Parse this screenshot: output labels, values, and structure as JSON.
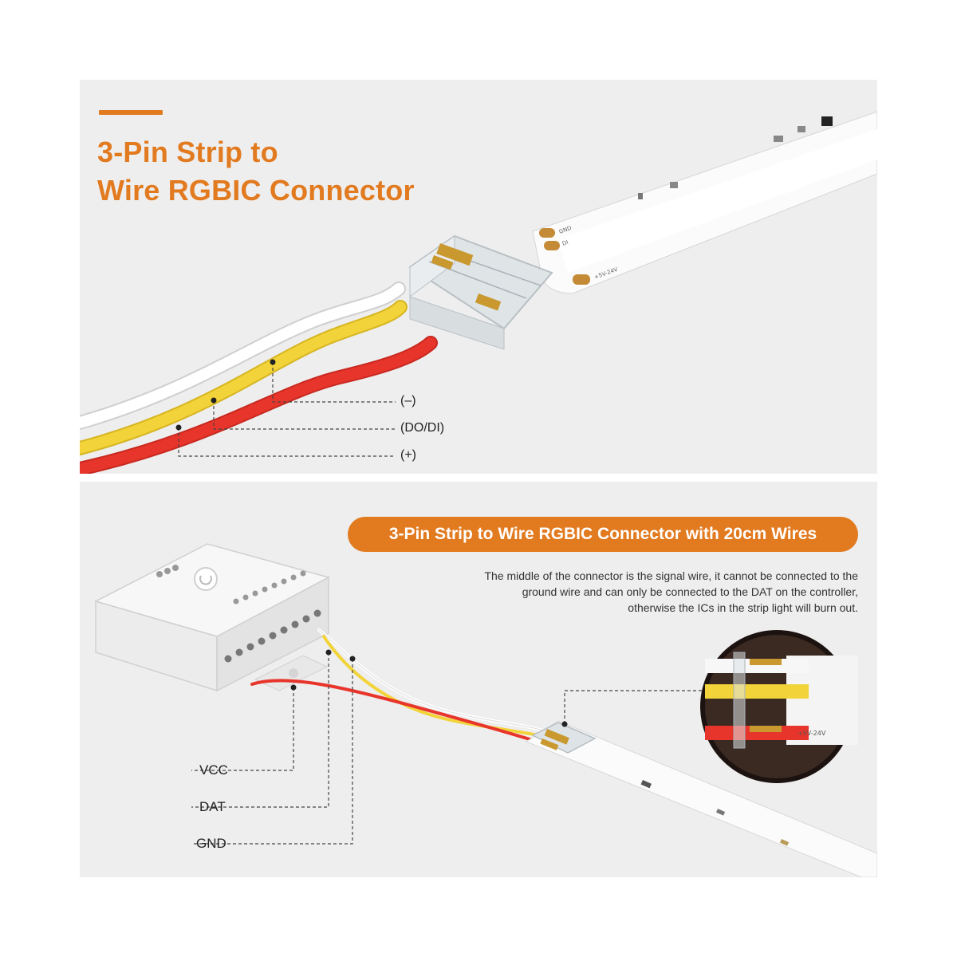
{
  "top": {
    "title_line1": "3-Pin Strip to",
    "title_line2": "Wire RGBIC Connector",
    "wire_labels": {
      "negative": "(–)",
      "signal": "(DO/DI)",
      "positive": "(+)"
    },
    "strip_pads": {
      "gnd": "GND",
      "di": "DI",
      "vcc": "+5V-24V"
    }
  },
  "bottom": {
    "banner": "3-Pin Strip to Wire RGBIC Connector with 20cm Wires",
    "note": "The middle of the connector is the signal wire, it cannot be connected to the ground wire and can only be connected to the DAT on the controller, otherwise the ICs in the strip light will burn out.",
    "controller_labels": {
      "vcc": "VCC",
      "dat": "DAT",
      "gnd": "GND"
    }
  },
  "colors": {
    "accent": "#e27a1f",
    "wire_red": "#e8352b",
    "wire_yellow": "#f2d43a",
    "wire_white": "#ffffff",
    "panel_bg": "#eeeeee"
  }
}
